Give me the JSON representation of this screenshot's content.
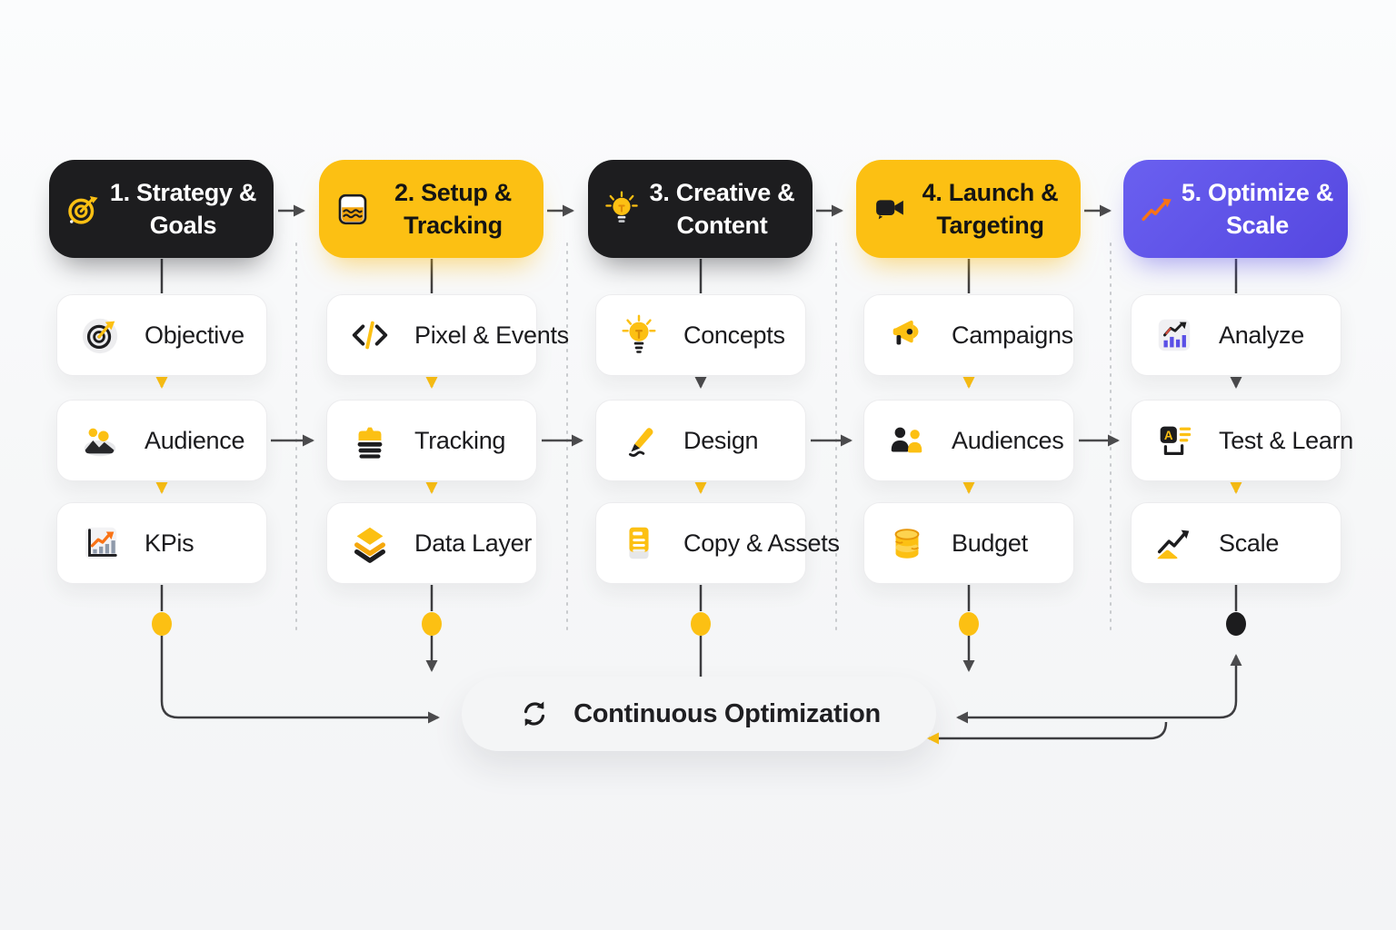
{
  "flow": {
    "columns": [
      {
        "header": {
          "label": "1. Strategy & Goals",
          "icon": "target-dart-icon",
          "theme": "dark"
        },
        "items": [
          {
            "label": "Objective",
            "icon": "objective-target-icon"
          },
          {
            "label": "Audience",
            "icon": "audience-people-icon"
          },
          {
            "label": "KPis",
            "icon": "kpi-bar-chart-icon"
          }
        ]
      },
      {
        "header": {
          "label": "2. Setup & Tracking",
          "icon": "container-waves-icon",
          "theme": "yellow"
        },
        "items": [
          {
            "label": "Pixel & Events",
            "icon": "code-tag-icon"
          },
          {
            "label": "Tracking",
            "icon": "tracking-stack-icon"
          },
          {
            "label": "Data Layer",
            "icon": "layers-icon"
          }
        ]
      },
      {
        "header": {
          "label": "3. Creative & Content",
          "icon": "lightbulb-icon",
          "theme": "dark"
        },
        "items": [
          {
            "label": "Concepts",
            "icon": "idea-bulb-icon"
          },
          {
            "label": "Design",
            "icon": "pencil-icon"
          },
          {
            "label": "Copy & Assets",
            "icon": "document-icon"
          }
        ]
      },
      {
        "header": {
          "label": "4. Launch & Targeting",
          "icon": "video-camera-icon",
          "theme": "yellow"
        },
        "items": [
          {
            "label": "Campaigns",
            "icon": "megaphone-icon"
          },
          {
            "label": "Audiences",
            "icon": "two-people-icon"
          },
          {
            "label": "Budget",
            "icon": "coins-icon"
          }
        ]
      },
      {
        "header": {
          "label": "5. Optimize & Scale",
          "icon": "trend-up-icon",
          "theme": "purple"
        },
        "items": [
          {
            "label": "Analyze",
            "icon": "analytics-chart-icon"
          },
          {
            "label": "Test & Learn",
            "icon": "ab-test-icon"
          },
          {
            "label": "Scale",
            "icon": "growth-arrow-icon"
          }
        ]
      }
    ],
    "loop": {
      "label": "Continuous Optimization",
      "icon": "refresh-icon"
    }
  },
  "colors": {
    "yellow": "#FCC013",
    "amber": "#F59E0B",
    "orange": "#F97316",
    "dark": "#1D1D1F",
    "purple": "#5A50E6",
    "arrow_dark": "#4B4B4D",
    "background": "#F7F8F9",
    "card": "#FFFFFF",
    "pill": "#F4F5F6"
  }
}
